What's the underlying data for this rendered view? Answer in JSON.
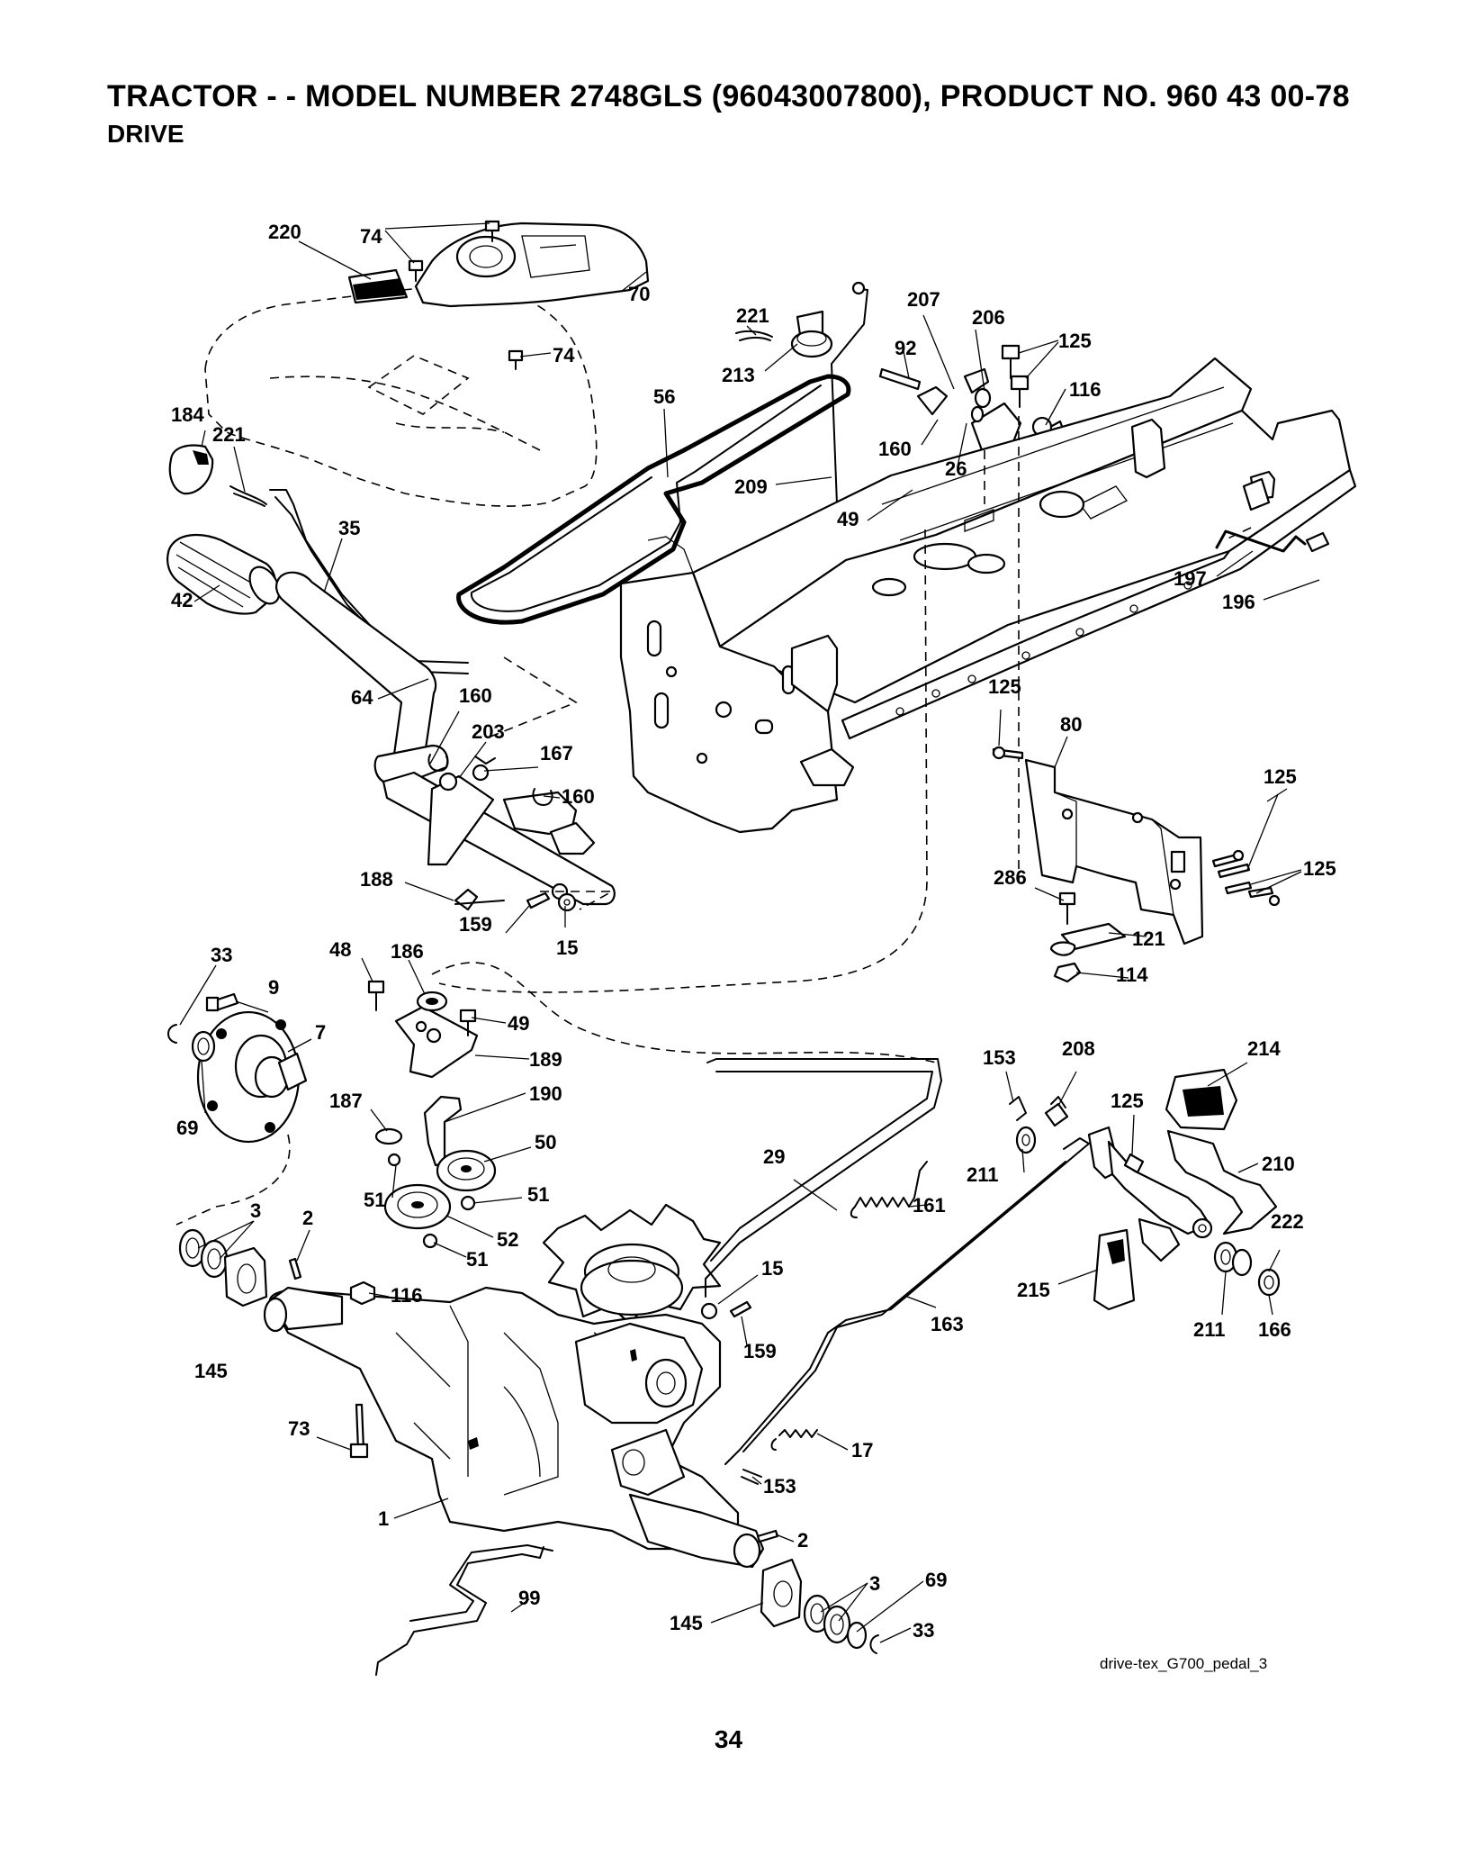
{
  "header": {
    "title": "TRACTOR - - MODEL NUMBER 2748GLS (96043007800), PRODUCT NO. 960 43 00-78",
    "subtitle": "DRIVE"
  },
  "diagram": {
    "callouts": [
      {
        "id": "c220",
        "label": "220"
      },
      {
        "id": "c74a",
        "label": "74"
      },
      {
        "id": "c70",
        "label": "70"
      },
      {
        "id": "c74b",
        "label": "74"
      },
      {
        "id": "c221a",
        "label": "221"
      },
      {
        "id": "c213",
        "label": "213"
      },
      {
        "id": "c207",
        "label": "207"
      },
      {
        "id": "c206",
        "label": "206"
      },
      {
        "id": "c125a",
        "label": "125"
      },
      {
        "id": "c92",
        "label": "92"
      },
      {
        "id": "c116a",
        "label": "116"
      },
      {
        "id": "c56",
        "label": "56"
      },
      {
        "id": "c160a",
        "label": "160"
      },
      {
        "id": "c26",
        "label": "26"
      },
      {
        "id": "c184",
        "label": "184"
      },
      {
        "id": "c221b",
        "label": "221"
      },
      {
        "id": "c209",
        "label": "209"
      },
      {
        "id": "c49a",
        "label": "49"
      },
      {
        "id": "c35",
        "label": "35"
      },
      {
        "id": "c197",
        "label": "197"
      },
      {
        "id": "c196",
        "label": "196"
      },
      {
        "id": "c42",
        "label": "42"
      },
      {
        "id": "c64",
        "label": "64"
      },
      {
        "id": "c160b",
        "label": "160"
      },
      {
        "id": "c125b",
        "label": "125"
      },
      {
        "id": "c203",
        "label": "203"
      },
      {
        "id": "c80",
        "label": "80"
      },
      {
        "id": "c167",
        "label": "167"
      },
      {
        "id": "c125c",
        "label": "125"
      },
      {
        "id": "c160c",
        "label": "160"
      },
      {
        "id": "c188",
        "label": "188"
      },
      {
        "id": "c286",
        "label": "286"
      },
      {
        "id": "c125d",
        "label": "125"
      },
      {
        "id": "c159a",
        "label": "159"
      },
      {
        "id": "c121",
        "label": "121"
      },
      {
        "id": "c15a",
        "label": "15"
      },
      {
        "id": "c33a",
        "label": "33"
      },
      {
        "id": "c48",
        "label": "48"
      },
      {
        "id": "c186",
        "label": "186"
      },
      {
        "id": "c114",
        "label": "114"
      },
      {
        "id": "c9",
        "label": "9"
      },
      {
        "id": "c49b",
        "label": "49"
      },
      {
        "id": "c7",
        "label": "7"
      },
      {
        "id": "c189",
        "label": "189"
      },
      {
        "id": "c153a",
        "label": "153"
      },
      {
        "id": "c208",
        "label": "208"
      },
      {
        "id": "c214",
        "label": "214"
      },
      {
        "id": "c190",
        "label": "190"
      },
      {
        "id": "c187",
        "label": "187"
      },
      {
        "id": "c69a",
        "label": "69"
      },
      {
        "id": "c125e",
        "label": "125"
      },
      {
        "id": "c50",
        "label": "50"
      },
      {
        "id": "c29",
        "label": "29"
      },
      {
        "id": "c211a",
        "label": "211"
      },
      {
        "id": "c210",
        "label": "210"
      },
      {
        "id": "c51a",
        "label": "51"
      },
      {
        "id": "c51b",
        "label": "51"
      },
      {
        "id": "c161",
        "label": "161"
      },
      {
        "id": "c3a",
        "label": "3"
      },
      {
        "id": "c2a",
        "label": "2"
      },
      {
        "id": "c52",
        "label": "52"
      },
      {
        "id": "c222",
        "label": "222"
      },
      {
        "id": "c51c",
        "label": "51"
      },
      {
        "id": "c15b",
        "label": "15"
      },
      {
        "id": "c215",
        "label": "215"
      },
      {
        "id": "c116b",
        "label": "116"
      },
      {
        "id": "c163",
        "label": "163"
      },
      {
        "id": "c211b",
        "label": "211"
      },
      {
        "id": "c166",
        "label": "166"
      },
      {
        "id": "c159b",
        "label": "159"
      },
      {
        "id": "c145a",
        "label": "145"
      },
      {
        "id": "c73",
        "label": "73"
      },
      {
        "id": "c17",
        "label": "17"
      },
      {
        "id": "c153b",
        "label": "153"
      },
      {
        "id": "c1",
        "label": "1"
      },
      {
        "id": "c2b",
        "label": "2"
      },
      {
        "id": "c69b",
        "label": "69"
      },
      {
        "id": "c3b",
        "label": "3"
      },
      {
        "id": "c99",
        "label": "99"
      },
      {
        "id": "c145b",
        "label": "145"
      },
      {
        "id": "c33b",
        "label": "33"
      }
    ]
  },
  "footer": {
    "drawing_ref": "drive-tex_G700_pedal_3",
    "page_number": "34"
  }
}
